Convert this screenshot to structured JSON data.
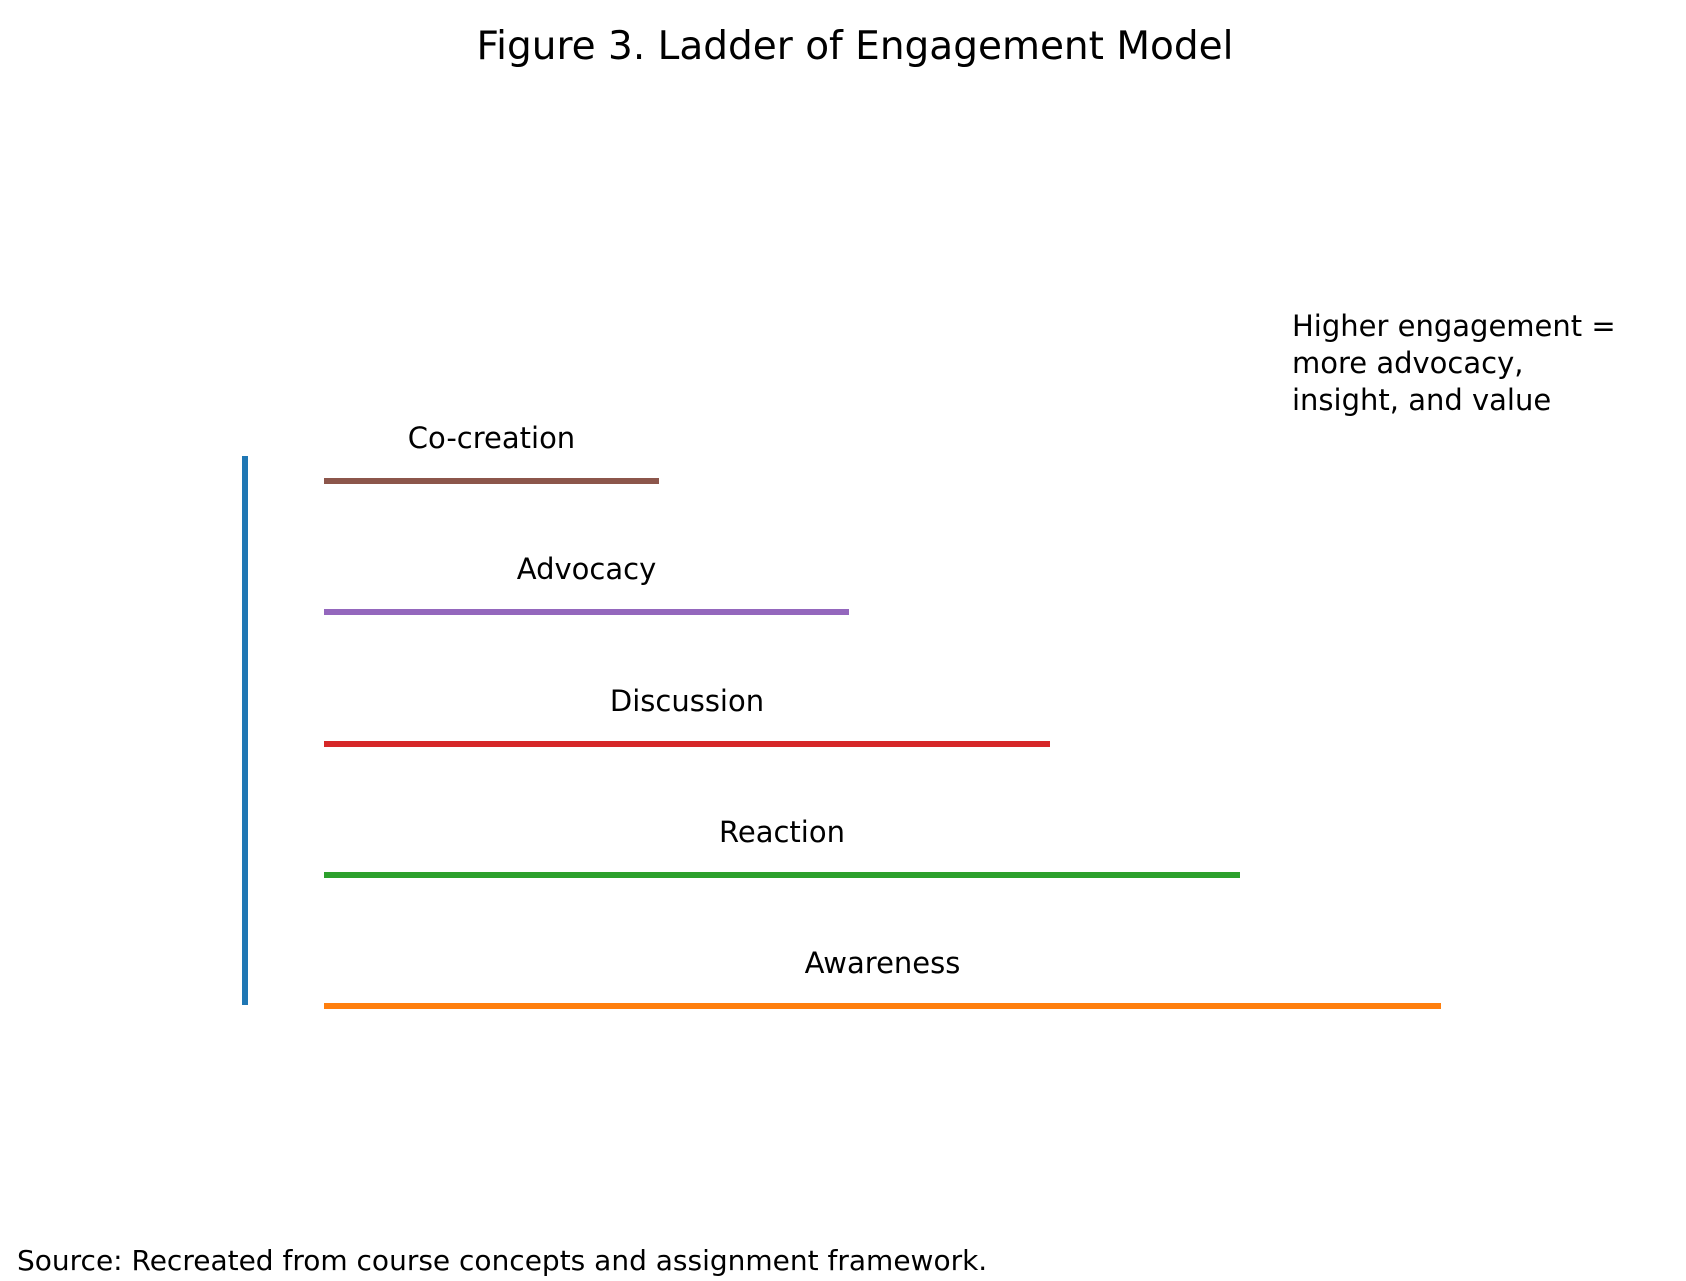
{
  "chart_data": {
    "type": "ladder",
    "title": "Figure 3. Ladder of Engagement Model",
    "orientation": "horizontal rungs, shortest at top, all left-aligned against a vertical axis line",
    "axis": {
      "color": "#1f77b4",
      "orientation": "vertical",
      "position": "left of rungs"
    },
    "rungs": [
      {
        "label": "Co-creation",
        "level": 5,
        "length_rel": 0.3,
        "color": "#8c564b"
      },
      {
        "label": "Advocacy",
        "level": 4,
        "length_rel": 0.47,
        "color": "#9467bd"
      },
      {
        "label": "Discussion",
        "level": 3,
        "length_rel": 0.65,
        "color": "#d62728"
      },
      {
        "label": "Reaction",
        "level": 2,
        "length_rel": 0.82,
        "color": "#2ca02c"
      },
      {
        "label": "Awareness",
        "level": 1,
        "length_rel": 1.0,
        "color": "#ff7f0e"
      }
    ],
    "annotation_lines": [
      "Higher engagement =",
      "more advocacy,",
      "insight, and value"
    ],
    "source_note": "Source: Recreated from course concepts and assignment framework.",
    "legend": "none",
    "grid": false,
    "background_color": "#ffffff"
  }
}
